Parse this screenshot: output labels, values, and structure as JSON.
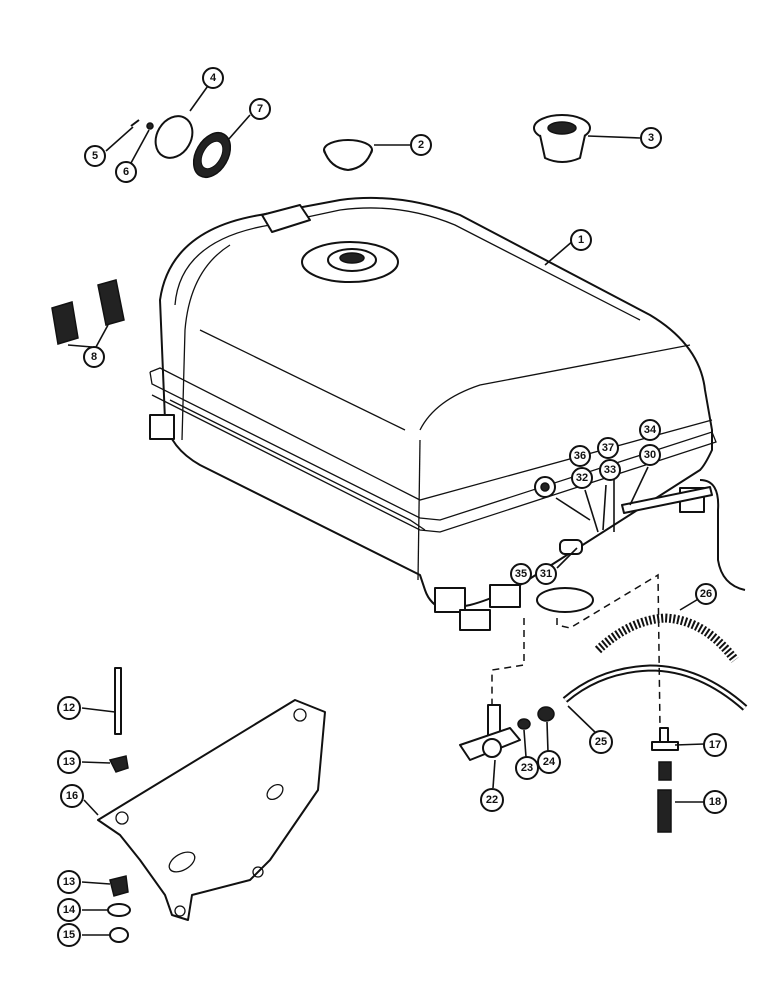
{
  "diagram": {
    "callouts": [
      {
        "id": "c1",
        "label": "1"
      },
      {
        "id": "c2",
        "label": "2"
      },
      {
        "id": "c3",
        "label": "3"
      },
      {
        "id": "c4",
        "label": "4"
      },
      {
        "id": "c5",
        "label": "5"
      },
      {
        "id": "c6",
        "label": "6"
      },
      {
        "id": "c7",
        "label": "7"
      },
      {
        "id": "c8",
        "label": "8"
      },
      {
        "id": "c12",
        "label": "12"
      },
      {
        "id": "c13a",
        "label": "13"
      },
      {
        "id": "c13b",
        "label": "13"
      },
      {
        "id": "c14",
        "label": "14"
      },
      {
        "id": "c15",
        "label": "15"
      },
      {
        "id": "c16",
        "label": "16"
      },
      {
        "id": "c17",
        "label": "17"
      },
      {
        "id": "c18",
        "label": "18"
      },
      {
        "id": "c22",
        "label": "22"
      },
      {
        "id": "c23",
        "label": "23"
      },
      {
        "id": "c24",
        "label": "24"
      },
      {
        "id": "c25",
        "label": "25"
      },
      {
        "id": "c26",
        "label": "26"
      },
      {
        "id": "c30",
        "label": "30"
      },
      {
        "id": "c31",
        "label": "31"
      },
      {
        "id": "c32",
        "label": "32"
      },
      {
        "id": "c33",
        "label": "33"
      },
      {
        "id": "c34",
        "label": "34"
      },
      {
        "id": "c35",
        "label": "35"
      },
      {
        "id": "c36",
        "label": "36"
      },
      {
        "id": "c37",
        "label": "37"
      }
    ]
  }
}
